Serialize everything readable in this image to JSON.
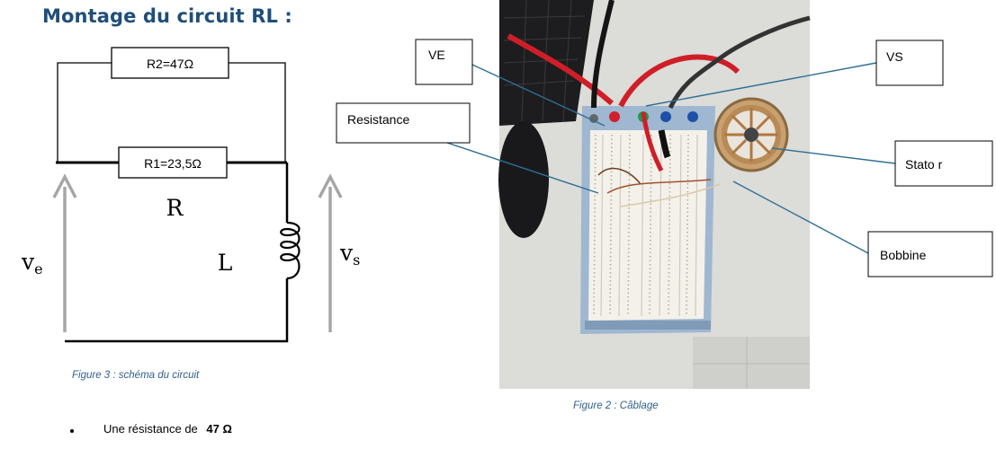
{
  "title": "Montage du circuit RL :",
  "schematic": {
    "r2_label": "R2=47Ω",
    "r1_label": "R1=23,5Ω",
    "r_label": "R",
    "l_label": "L",
    "ve_main": "v",
    "ve_sub": "e",
    "vs_main": "v",
    "vs_sub": "s"
  },
  "figure3_caption": "Figure  3 : schéma   du circuit",
  "figure2_caption": "Figure  2 : Câblage",
  "callouts": {
    "ve": "VE",
    "vs": "VS",
    "resistance": "Resistance",
    "stator": "Stato r",
    "bobbine": "Bobbine"
  },
  "bullet": {
    "text": "Une résistance de",
    "value": "47 Ω"
  },
  "colors": {
    "title": "#1f4e79",
    "caption": "#2f5f8a",
    "callout_line": "#2e6f95",
    "arrow_gray": "#a6a6a6"
  }
}
